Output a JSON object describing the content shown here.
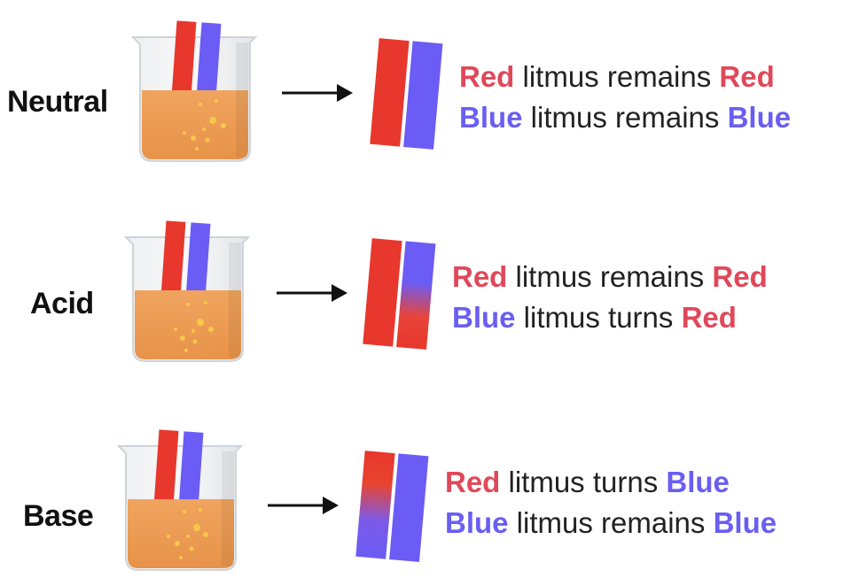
{
  "colors": {
    "red_strip": "#e8372c",
    "blue_strip": "#6b5cf5",
    "liquid": "#eb9a52",
    "bubble": "#f7c84a",
    "red_text": "#e0485a",
    "blue_text": "#6a5ef2"
  },
  "rows": [
    {
      "label": "Neutral",
      "line1": {
        "w1": "Red",
        "mid": " litmus remains ",
        "w2": "Red"
      },
      "line2": {
        "w1": "Blue",
        "mid": " litmus remains ",
        "w2": "Blue"
      }
    },
    {
      "label": "Acid",
      "line1": {
        "w1": "Red",
        "mid": " litmus remains ",
        "w2": "Red"
      },
      "line2": {
        "w1": "Blue",
        "mid": " litmus turns ",
        "w2": "Red"
      }
    },
    {
      "label": "Base",
      "line1": {
        "w1": "Red",
        "mid": " litmus turns ",
        "w2": "Blue"
      },
      "line2": {
        "w1": "Blue",
        "mid": " litmus remains ",
        "w2": "Blue"
      }
    }
  ]
}
